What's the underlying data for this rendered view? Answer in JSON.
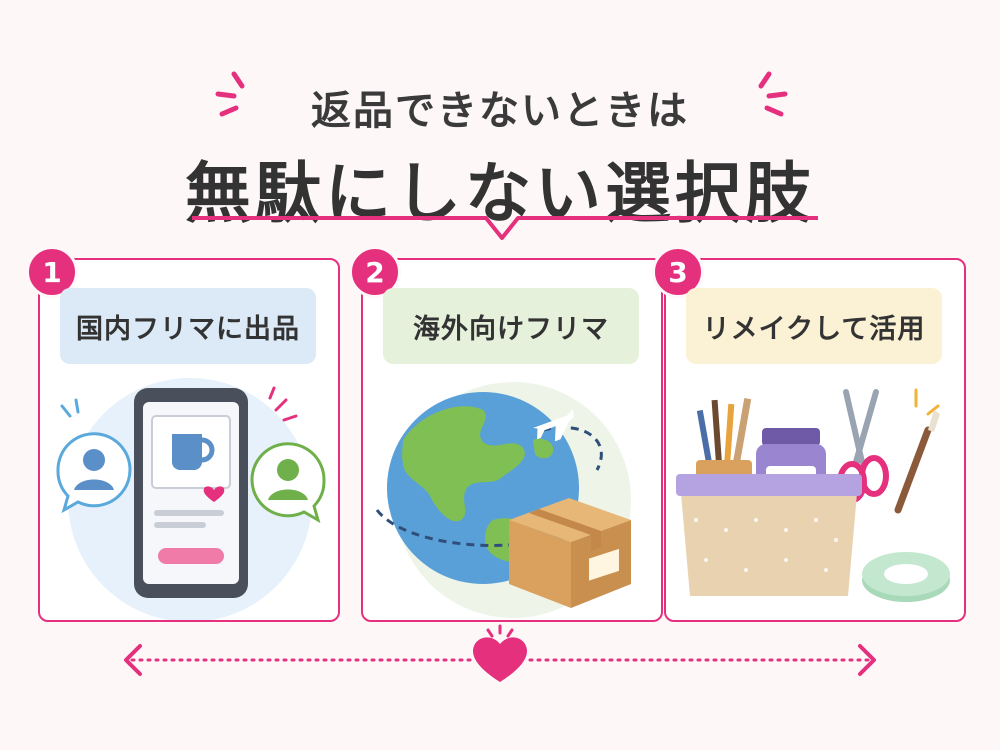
{
  "header": {
    "subtitle": "返品できないときは",
    "title": "無駄にしない選択肢"
  },
  "options": [
    {
      "number": "1",
      "label": "国内フリマに出品",
      "pill_color": "#dbeaf6"
    },
    {
      "number": "2",
      "label": "海外向けフリマ",
      "pill_color": "#e6f1dc"
    },
    {
      "number": "3",
      "label": "リメイクして活用",
      "pill_color": "#fbf1d4"
    }
  ],
  "colors": {
    "accent": "#e5307e",
    "background": "#fdf7f8"
  },
  "icons": [
    "smartphone-icon",
    "user-avatar-icon",
    "globe-icon",
    "airplane-icon",
    "cardboard-box-icon",
    "pencil-cup-icon",
    "jar-icon",
    "scissors-icon",
    "paintbrush-icon",
    "washi-tape-icon",
    "basket-icon",
    "heart-icon",
    "arrow-left-icon",
    "arrow-right-icon"
  ]
}
